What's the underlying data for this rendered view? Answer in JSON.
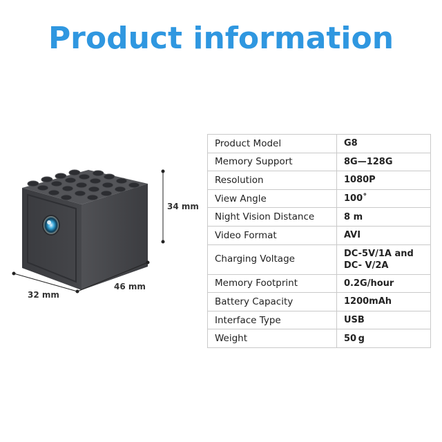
{
  "title": "Product information",
  "dimensions": {
    "height": "34 mm",
    "depth": "32 mm",
    "width": "46 mm"
  },
  "specs": [
    {
      "label": "Product Model",
      "value": "G8"
    },
    {
      "label": "Memory Support",
      "value": "8G—128G"
    },
    {
      "label": "Resolution",
      "value": "1080P"
    },
    {
      "label": "View Angle",
      "value": "100˚"
    },
    {
      "label": "Night Vision Distance",
      "value": "8 m"
    },
    {
      "label": "Video Format",
      "value": "AVI"
    },
    {
      "label": "Charging Voltage",
      "value": "DC-5V/1A and DC-  V/2A"
    },
    {
      "label": "Memory Footprint",
      "value": "0.2G/hour"
    },
    {
      "label": "Battery Capacity",
      "value": "1200mAh"
    },
    {
      "label": "Interface Type",
      "value": "USB"
    },
    {
      "label": "Weight",
      "value": "50 g"
    }
  ],
  "colors": {
    "title": "#2f97e0",
    "device": "#3f4044",
    "border": "#c9c9c9"
  },
  "icons": {
    "device": "camera-brick-icon"
  }
}
